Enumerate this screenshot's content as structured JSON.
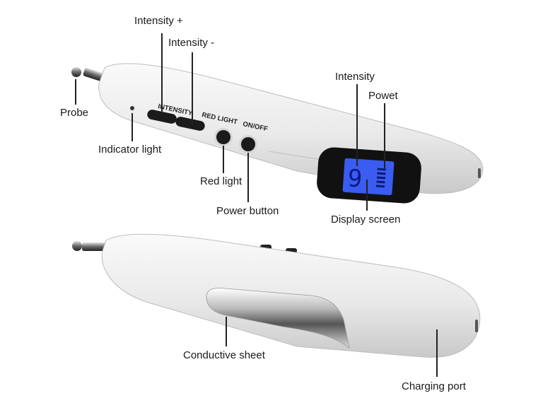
{
  "labels": {
    "intensity_plus": "Intensity  +",
    "intensity_minus": "Intensity  -",
    "probe": "Probe",
    "indicator_light": "Indicator light",
    "red_light": "Red light",
    "power_button": "Power button",
    "intensity_display": "Intensity",
    "power_display": "Powet",
    "display_screen": "Display screen",
    "conductive_sheet": "Conductive sheet",
    "charging_port": "Charging port"
  },
  "device": {
    "intensity_text": "INTENSITY",
    "red_light_text": "RED LIGHT",
    "on_off_text": "ON/OFF",
    "lcd_value": "9"
  },
  "colors": {
    "body": "#ececec",
    "lcd_background": "#3a5cf0",
    "bezel": "#111111",
    "leader_line": "#222222"
  }
}
